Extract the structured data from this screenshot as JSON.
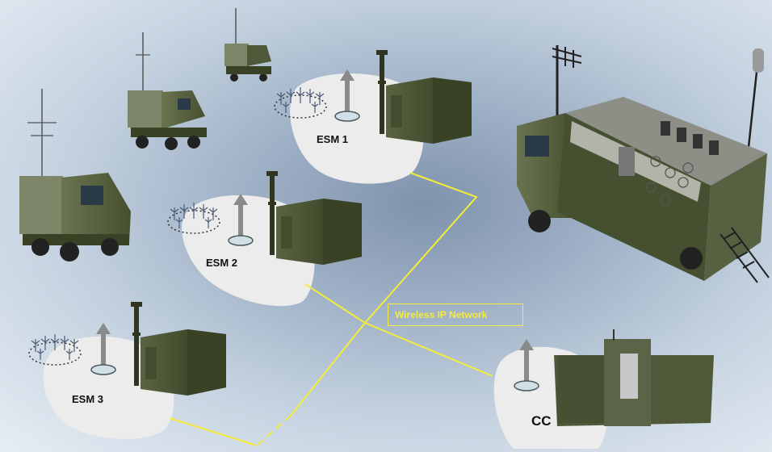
{
  "nodes": [
    {
      "label": "ESM 1"
    },
    {
      "label": "ESM 2"
    },
    {
      "label": "ESM 3"
    },
    {
      "label": "CC"
    }
  ],
  "network": {
    "label": "Wireless IP Network",
    "line_color": "#f4ec3a"
  },
  "colors": {
    "vehicle_green": "#55613f",
    "bubble": "#ececec",
    "antenna": "#8a8a8a"
  }
}
